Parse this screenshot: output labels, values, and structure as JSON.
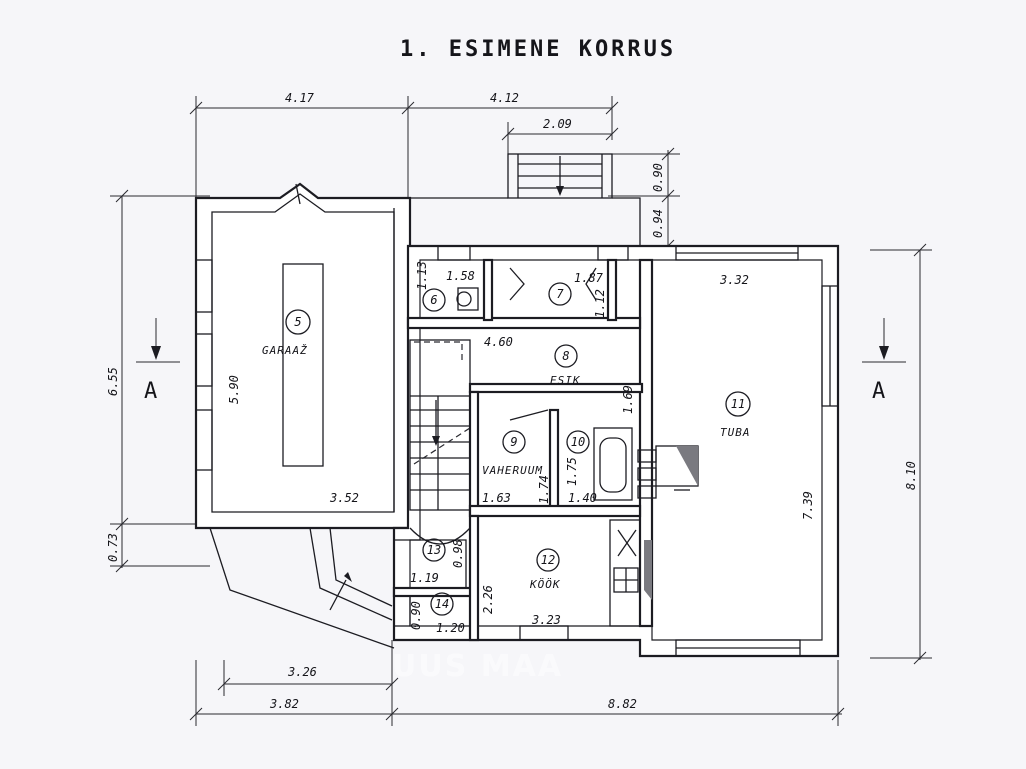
{
  "title": "1. ESIMENE KORRUS",
  "watermark": "UUS MAA",
  "section_marks": [
    "A",
    "A"
  ],
  "rooms": [
    {
      "number": "5",
      "name": "GARAAŽ"
    },
    {
      "number": "6",
      "name": ""
    },
    {
      "number": "7",
      "name": ""
    },
    {
      "number": "8",
      "name": "ESIK"
    },
    {
      "number": "9",
      "name": "VAHERUUM"
    },
    {
      "number": "10",
      "name": ""
    },
    {
      "number": "11",
      "name": "TUBA"
    },
    {
      "number": "12",
      "name": "KÖÖK"
    },
    {
      "number": "13",
      "name": ""
    },
    {
      "number": "14",
      "name": ""
    }
  ],
  "dimensions": {
    "top_left": "4.17",
    "top_right": "4.12",
    "stair_width": "2.09",
    "stair_depth": "0.90",
    "porch_depth": "0.94",
    "left_height": "6.55",
    "left_lower": "0.73",
    "garage_depth": "5.90",
    "garage_width": "3.52",
    "right_height": "8.10",
    "tuba_width": "3.32",
    "tuba_depth": "7.39",
    "bottom_left": "3.82",
    "bottom_right": "8.82",
    "bottom_inner": "3.26",
    "r6_w": "1.13",
    "r6_d": "1.58",
    "r7_w": "1.87",
    "r7_d": "1.12",
    "r8_w": "4.60",
    "r8_d": "1.69",
    "r9_w": "1.63",
    "r9_d": "1.74",
    "r10_w": "1.40",
    "r10_d": "1.75",
    "r12_w": "3.23",
    "r12_d": "2.26",
    "r13_w": "1.19",
    "r13_d": "0.98",
    "r14_w": "1.20",
    "r14_d": "0.90"
  }
}
